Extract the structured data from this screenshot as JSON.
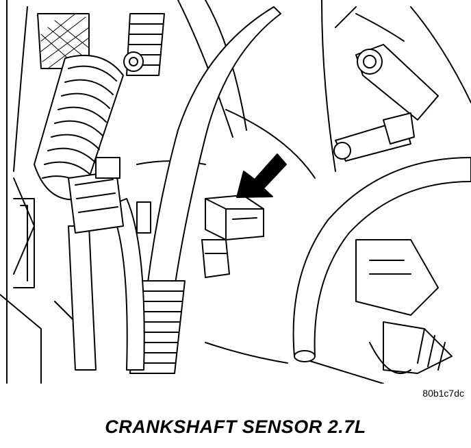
{
  "figure": {
    "caption": "CRANKSHAFT SENSOR 2.7L",
    "reference_code": "80b1c7dc",
    "line_color": "#000000",
    "background_color": "#ffffff",
    "callout_arrow_icon": "arrow-pointing-down-left"
  }
}
